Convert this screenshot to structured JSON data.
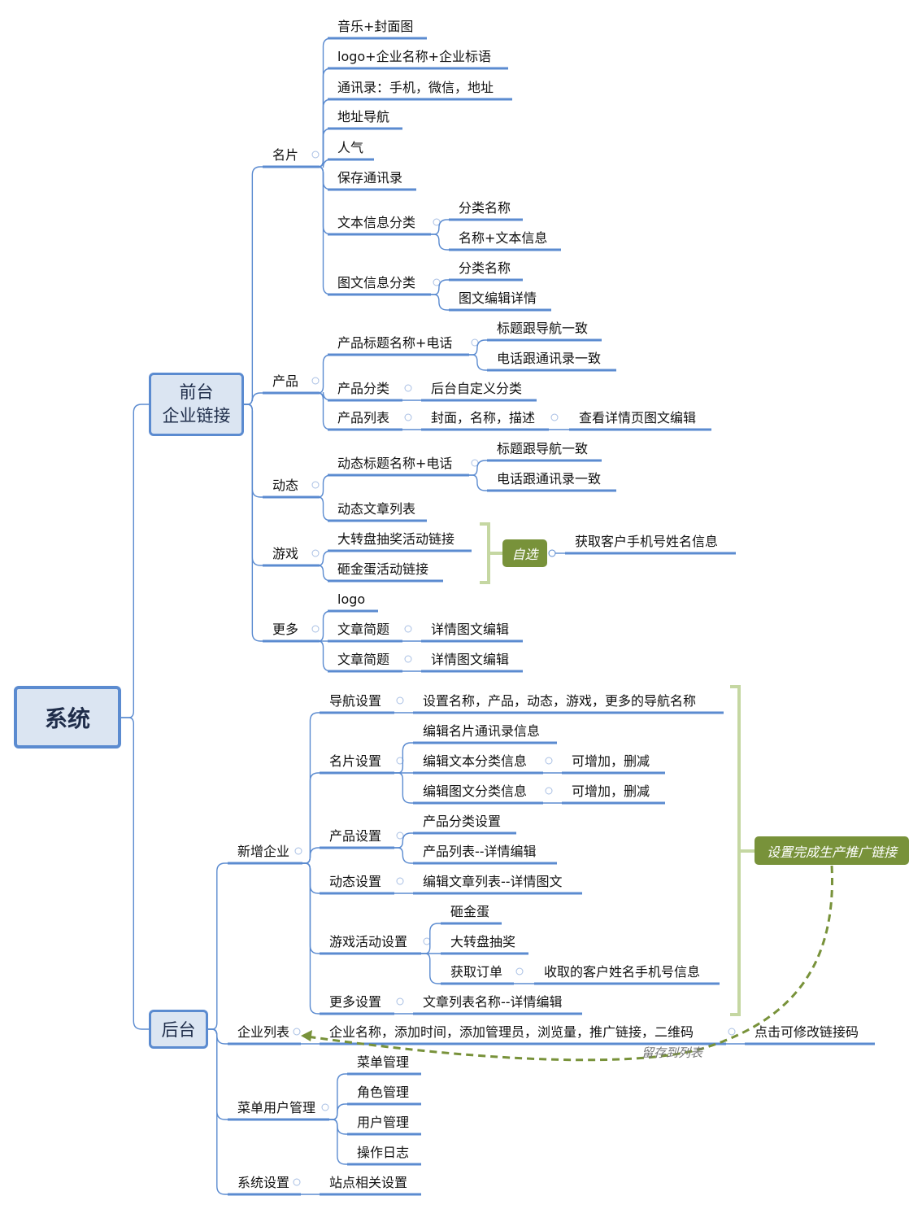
{
  "root": "系统",
  "front": {
    "line1": "前台",
    "line2": "企业链接"
  },
  "back": "后台",
  "optional_label": "自选",
  "summary_label": "设置完成生产推广链接",
  "relation_label": "留存到列表",
  "colors": {
    "line": "#5b8bd0",
    "bracket": "#c5d7a2",
    "green": "#78923a",
    "box_fill": "#dbe5f2"
  },
  "nodes": [
    "名片",
    "音乐+封面图",
    "logo+企业名称+企业标语",
    "通讯录：手机，微信，地址",
    "地址导航",
    "人气",
    "保存通讯录",
    "文本信息分类",
    "分类名称",
    "名称+文本信息",
    "图文信息分类",
    "分类名称",
    "图文编辑详情",
    "产品",
    "产品标题名称+电话",
    "标题跟导航一致",
    "电话跟通讯录一致",
    "产品分类",
    "后台自定义分类",
    "产品列表",
    "封面，名称，描述",
    "查看详情页图文编辑",
    "动态",
    "动态标题名称+电话",
    "标题跟导航一致",
    "电话跟通讯录一致",
    "动态文章列表",
    "游戏",
    "大转盘抽奖活动链接",
    "砸金蛋活动链接",
    "获取客户手机号姓名信息",
    "更多",
    "logo",
    "文章简题",
    "详情图文编辑",
    "文章简题",
    "详情图文编辑",
    "新增企业",
    "导航设置",
    "设置名称，产品，动态，游戏，更多的导航名称",
    "名片设置",
    "编辑名片通讯录信息",
    "编辑文本分类信息",
    "可增加，删减",
    "编辑图文分类信息",
    "可增加，删减",
    "产品设置",
    "产品分类设置",
    "产品列表--详情编辑",
    "动态设置",
    "编辑文章列表--详情图文",
    "游戏活动设置",
    "砸金蛋",
    "大转盘抽奖",
    "获取订单",
    "收取的客户姓名手机号信息",
    "更多设置",
    "文章列表名称--详情编辑",
    "企业列表",
    "企业名称，添加时间，添加管理员，浏览量，推广链接，二维码",
    "点击可修改链接码",
    "菜单用户管理",
    "菜单管理",
    "角色管理",
    "用户管理",
    "操作日志",
    "系统设置",
    "站点相关设置"
  ]
}
